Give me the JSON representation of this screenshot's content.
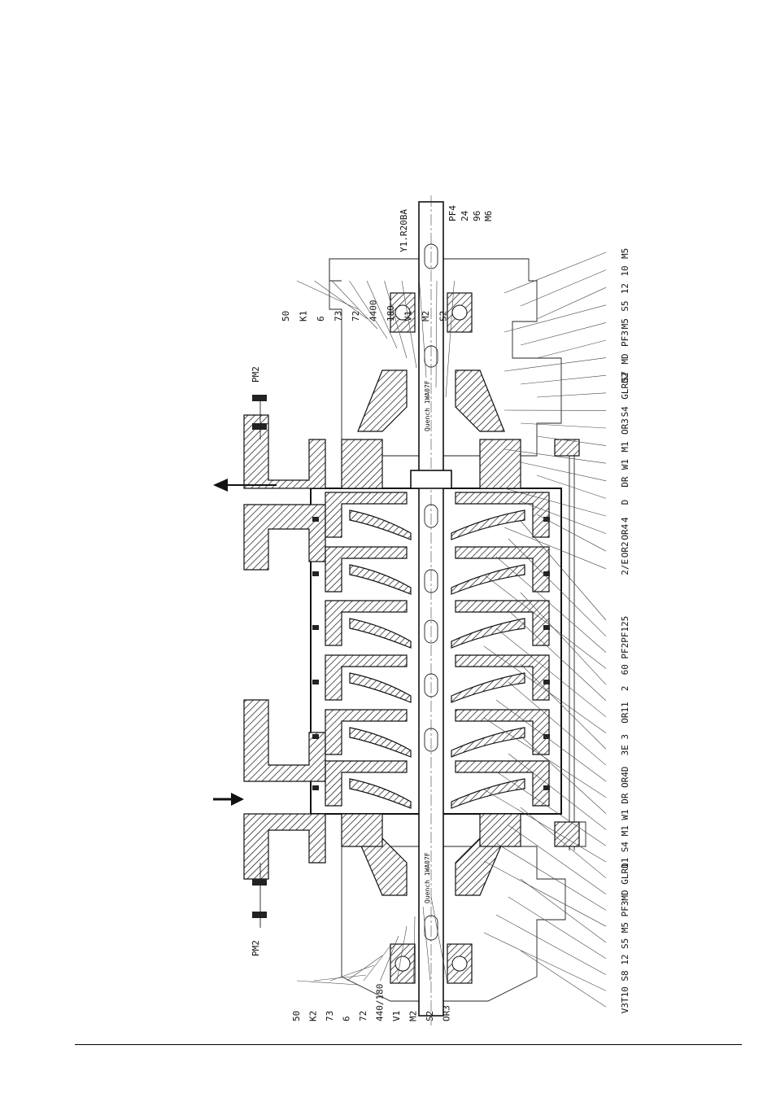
{
  "figure": {
    "shaft_text_top": "Y1.R20BA",
    "shaft_text_a": "Quench 1WA07F",
    "shaft_text_b": "Quench 1WA07F",
    "top_labels": [
      "50",
      "K1",
      "6",
      "73",
      "72",
      "4400",
      "180",
      "V1",
      "M2",
      "S2"
    ],
    "pm_top": "PM2",
    "pf_top": [
      "PF4",
      "24",
      "96",
      "M6"
    ],
    "right_labels_upper": [
      "M5",
      "10",
      "12",
      "S5",
      "M5",
      "PF3",
      "MD",
      "S7",
      "GLRD2",
      "S4",
      "OR3",
      "M1",
      "W1",
      "DR",
      "D",
      "4",
      "OR4",
      "OR2",
      "2/E"
    ],
    "right_labels_lower": [
      "25",
      "PF1",
      "PF2",
      "60",
      "2",
      "1",
      "OR1",
      "3",
      "3E",
      "D",
      "OR4",
      "DR",
      "W1",
      "M1",
      "S4",
      "1",
      "GLRD1",
      "MD",
      "PF3",
      "M5",
      "S5",
      "12",
      "S8",
      "10",
      "V3T"
    ],
    "bottom_labels": [
      "50",
      "K2",
      "73",
      "6",
      "72",
      "440/180",
      "V1",
      "M2",
      "S2",
      "OR3"
    ],
    "pm_bottom": "PM2"
  },
  "colors": {
    "ink": "#111111",
    "paper": "#ffffff"
  }
}
